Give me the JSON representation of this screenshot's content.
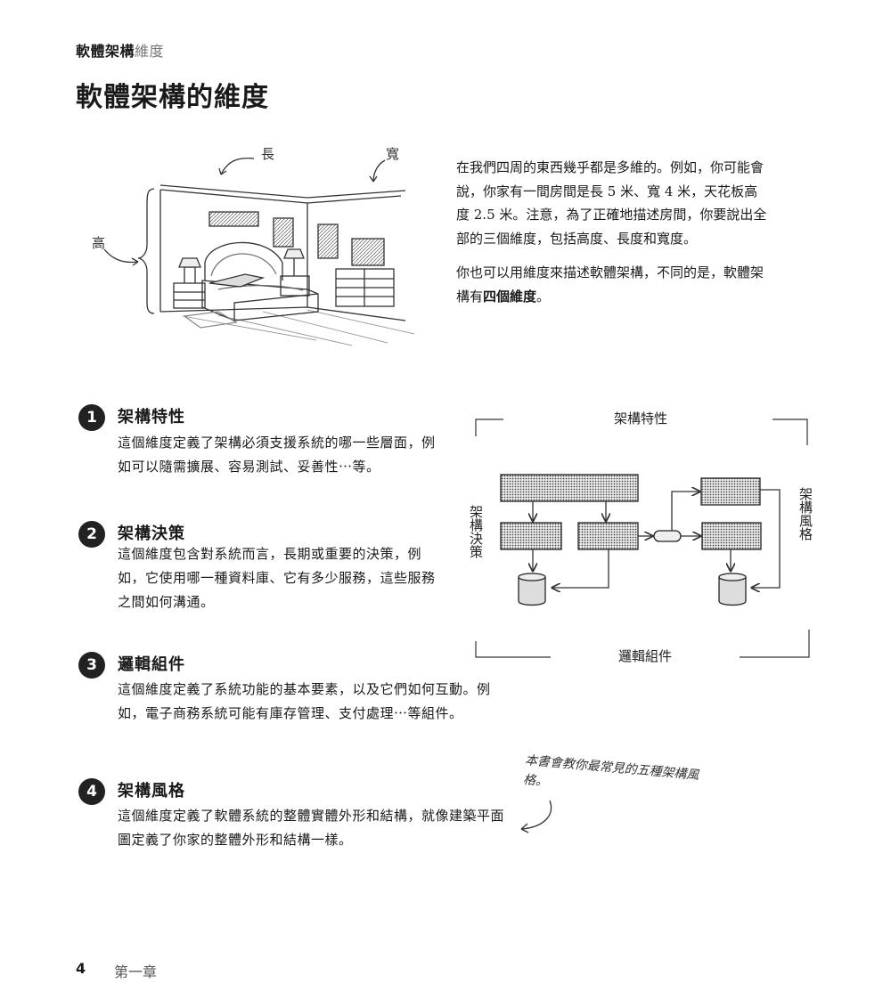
{
  "header": {
    "label_strong": "軟體架構",
    "label_dim": "維度"
  },
  "page_title": "軟體架構的維度",
  "illustration": {
    "length_label": "長",
    "width_label": "寬",
    "height_label": "高"
  },
  "intro": {
    "paragraph1": "在我們四周的東西幾乎都是多維的。例如，你可能會說，你家有一間房間是長 5 米、寬 4 米，天花板高度 2.5 米。注意，為了正確地描述房間，你要說出全部的三個維度，包括高度、長度和寬度。",
    "paragraph2_prefix": "你也可以用維度來描述軟體架構，不同的是，軟體架構有",
    "paragraph2_bold": "四個維度",
    "paragraph2_suffix": "。"
  },
  "dimensions": [
    {
      "number": "1",
      "title": "架構特性",
      "description": "這個維度定義了架構必須支援系統的哪一些層面，例如可以隨需擴展、容易測試、妥善性⋯等。"
    },
    {
      "number": "2",
      "title": "架構決策",
      "description": "這個維度包含對系統而言，長期或重要的決策，例如，它使用哪一種資料庫、它有多少服務，這些服務之間如何溝通。"
    },
    {
      "number": "3",
      "title": "邏輯組件",
      "description": "這個維度定義了系統功能的基本要素，以及它們如何互動。例如，電子商務系統可能有庫存管理、支付處理⋯等組件。"
    },
    {
      "number": "4",
      "title": "架構風格",
      "description": "這個維度定義了軟體系統的整體實體外形和結構，就像建築平面圖定義了你家的整體外形和結構一樣。"
    }
  ],
  "diagram": {
    "top_label": "架構特性",
    "left_label": "架構決策",
    "right_label": "架構風格",
    "bottom_label": "邏輯組件"
  },
  "note": {
    "text": "本書會教你最常見的五種架構風格。"
  },
  "footer": {
    "page_number": "4",
    "chapter": "第一章"
  }
}
